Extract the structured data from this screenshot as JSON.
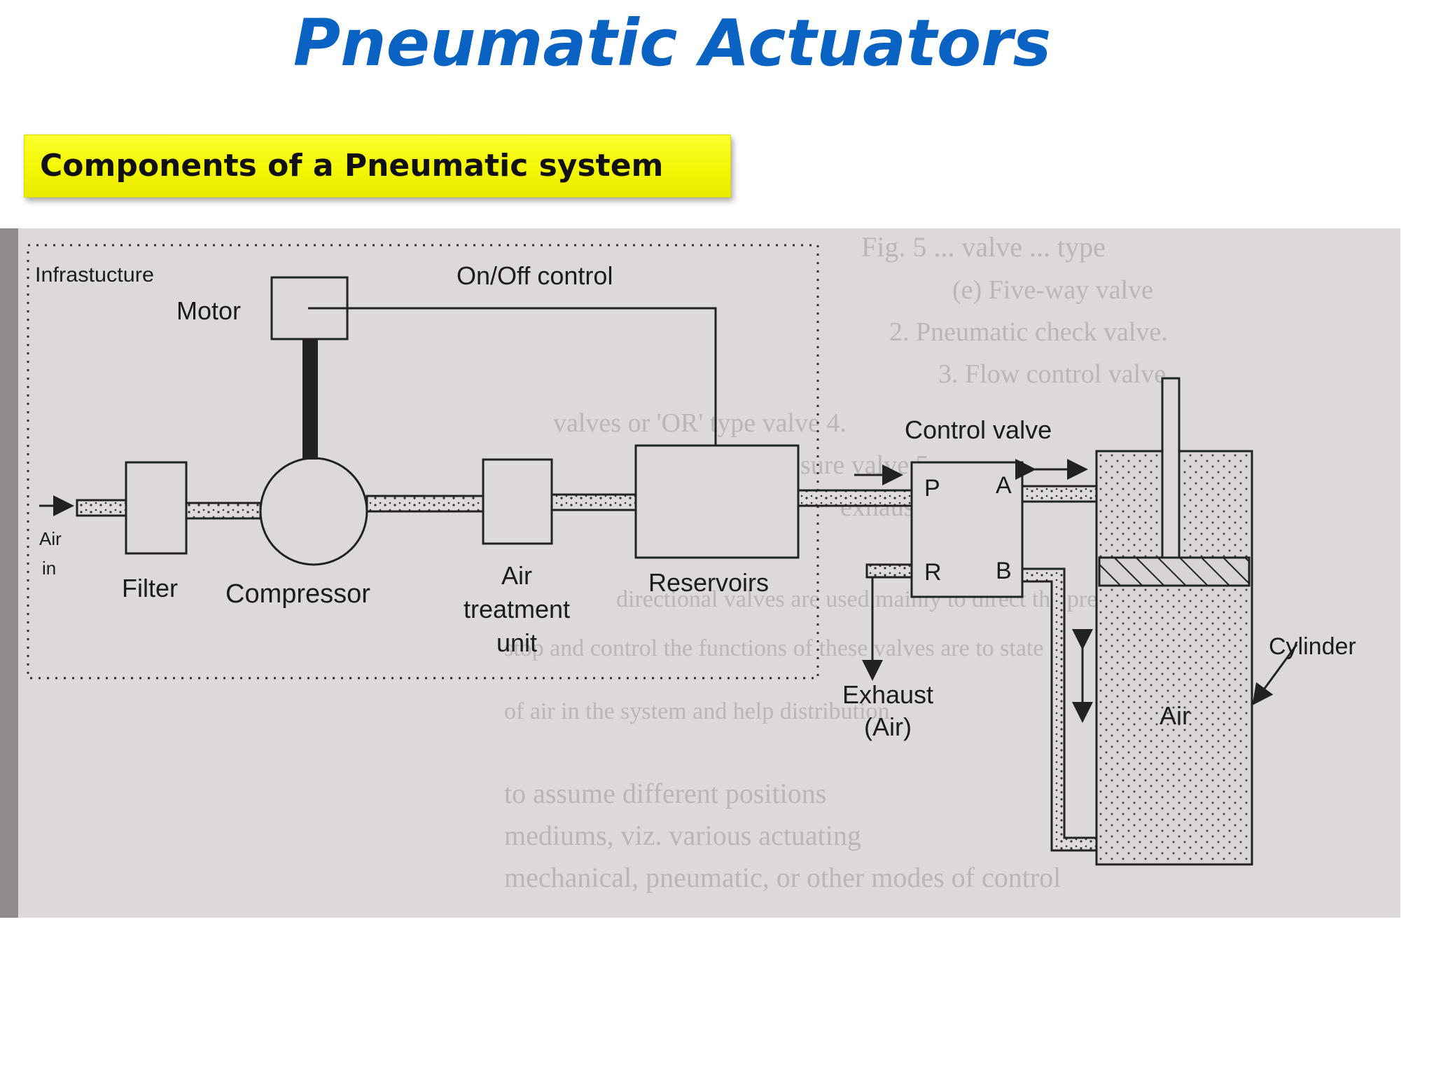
{
  "slide": {
    "title": "Pneumatic Actuators",
    "subtitle": "Components of a Pneumatic system",
    "title_color": "#0a63c2",
    "subtitle_bg": "#f4f700"
  },
  "diagram": {
    "labels": {
      "infrastructure": "Infrastucture",
      "motor": "Motor",
      "onoff": "On/Off control",
      "air_in_1": "Air",
      "air_in_2": "in",
      "filter": "Filter",
      "compressor": "Compressor",
      "air_treatment_1": "Air",
      "air_treatment_2": "treatment",
      "air_treatment_3": "unit",
      "reservoirs": "Reservoirs",
      "control_valve": "Control valve",
      "port_p": "P",
      "port_a": "A",
      "port_r": "R",
      "port_b": "B",
      "exhaust_1": "Exhaust",
      "exhaust_2": "(Air)",
      "cylinder": "Cylinder",
      "cylinder_air": "Air"
    }
  }
}
